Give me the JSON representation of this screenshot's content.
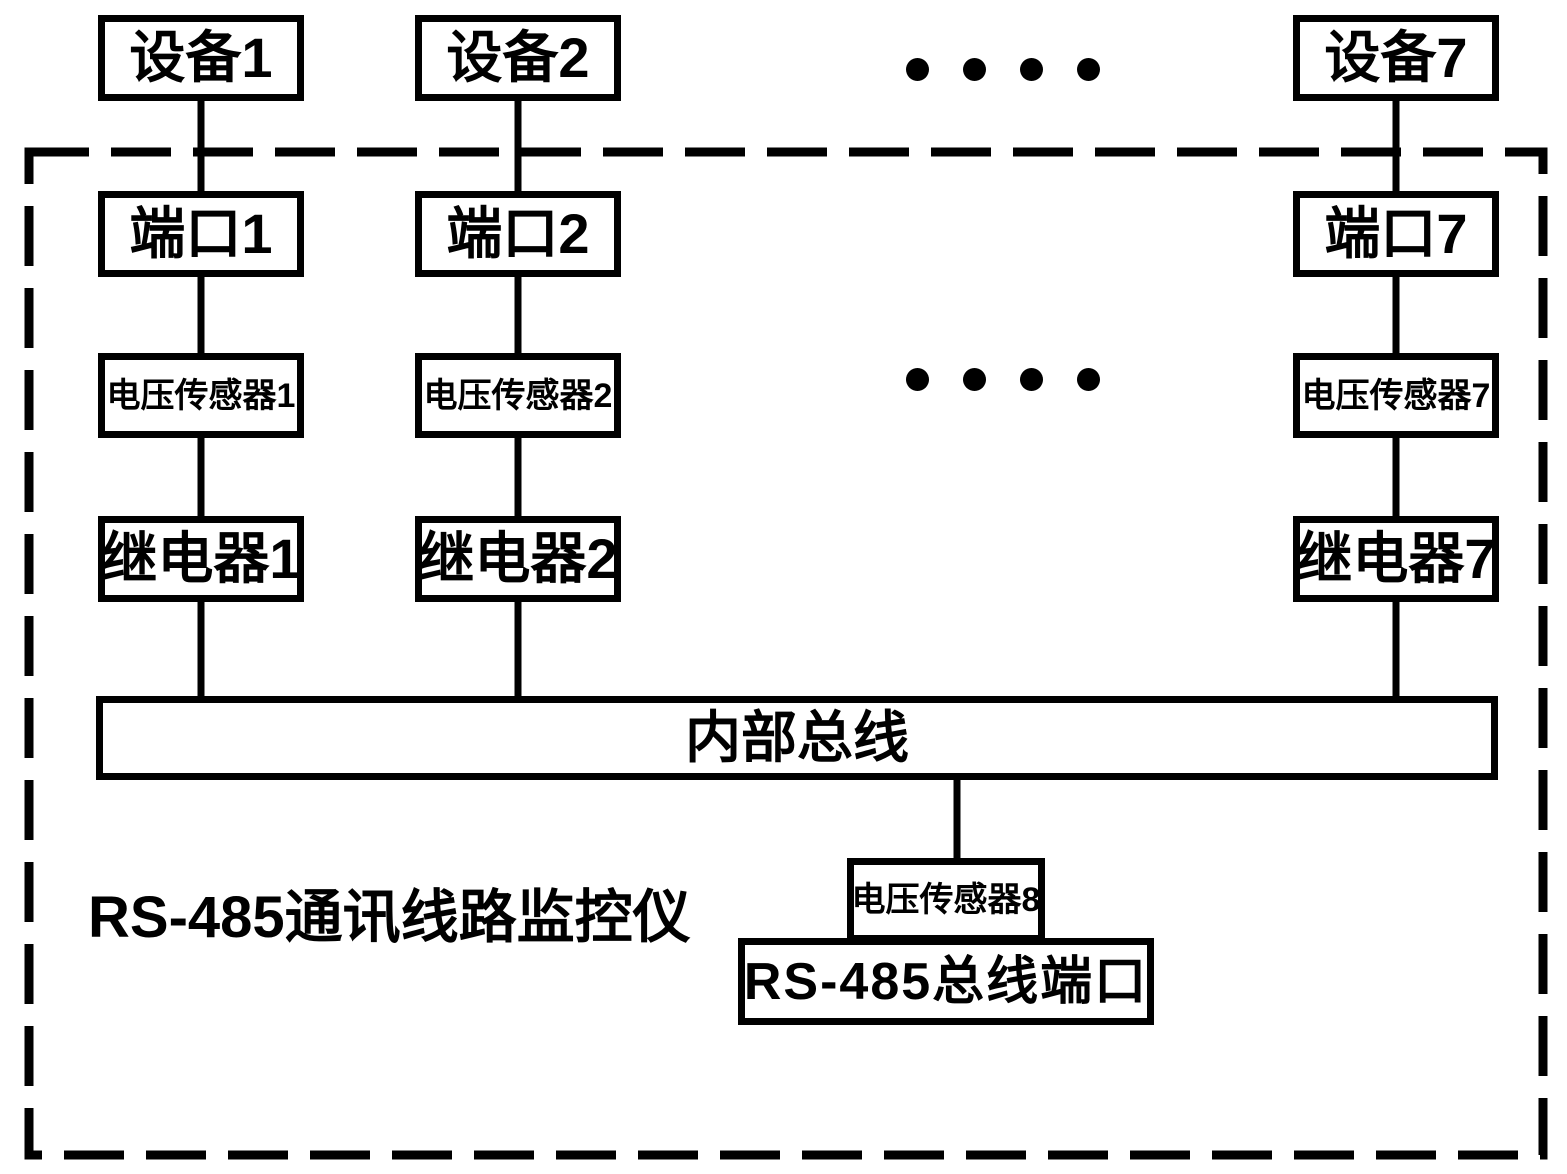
{
  "diagram": {
    "title_note": "RS-485 bus monitoring block diagram",
    "system_label": "RS-485通讯线路监控仪",
    "columns": [
      {
        "device": "设备1",
        "port": "端口1",
        "sensor": "电压传感器1",
        "relay": "继电器1"
      },
      {
        "device": "设备2",
        "port": "端口2",
        "sensor": "电压传感器2",
        "relay": "继电器2"
      },
      {
        "device": "设备7",
        "port": "端口7",
        "sensor": "电压传感器7",
        "relay": "继电器7"
      }
    ],
    "bus_label": "内部总线",
    "sensor8_label": "电压传感器8",
    "rs485_port_label": "RS-485总线端口",
    "ellipsis": {
      "rows": 2,
      "dots_per_row": 4
    },
    "colors": {
      "line": "#000000",
      "background": "#ffffff"
    }
  }
}
